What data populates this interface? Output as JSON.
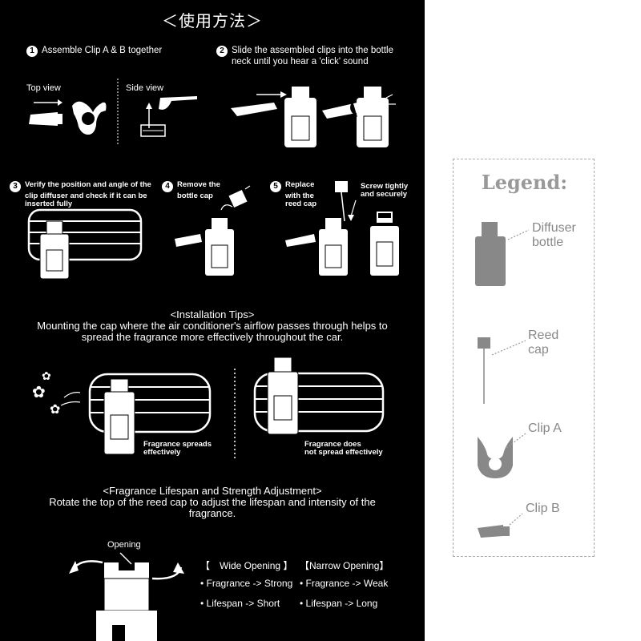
{
  "title": "＜使用方法＞",
  "steps": {
    "s1": {
      "num": "1",
      "text": "Assemble Clip A & B together"
    },
    "s2": {
      "num": "2",
      "line1": "Slide the assembled clips into the bottle",
      "line2": "neck until you hear a 'click' sound"
    },
    "s3": {
      "num": "3",
      "line1": "Verify the position and angle of the",
      "line2": "clip diffuser and check if it can be",
      "line3": "inserted fully"
    },
    "s4": {
      "num": "4",
      "line1": "Remove the",
      "line2": "bottle cap"
    },
    "s5": {
      "num": "5",
      "line1": "Replace",
      "line2": "with the",
      "line3": "reed cap"
    },
    "s5b": {
      "line1": "Screw tightly",
      "line2": "and securely"
    }
  },
  "views": {
    "top": "Top view",
    "side": "Side view"
  },
  "tips": {
    "heading": "<Installation Tips>",
    "line1": "Mounting the cap where the air conditioner's airflow passes through helps to",
    "line2": "spread the fragrance more effectively throughout the car.",
    "good1": "Fragrance spreads",
    "good2": "effectively",
    "bad1": "Fragrance does",
    "bad2": "not spread effectively"
  },
  "lifespan": {
    "heading": "<Fragrance Lifespan and Strength Adjustment>",
    "line1": "Rotate the top of the reed cap to adjust the lifespan and intensity of the",
    "line2": "fragrance.",
    "opening": "Opening",
    "wide": "【　Wide Opening 】",
    "narrow": "【Narrow Opening】",
    "w1": "• Fragrance -> Strong",
    "w2": "• Lifespan -> Short",
    "n1": "• Fragrance -> Weak",
    "n2": "• Lifespan -> Long"
  },
  "legend": {
    "title": "Legend:",
    "bottle1": "Diffuser",
    "bottle2": "bottle",
    "reed1": "Reed",
    "reed2": "cap",
    "clipA": "Clip A",
    "clipB": "Clip B"
  },
  "colors": {
    "panel": "#000000",
    "legend_gray": "#888888",
    "legend_border": "#aaaaaa"
  }
}
